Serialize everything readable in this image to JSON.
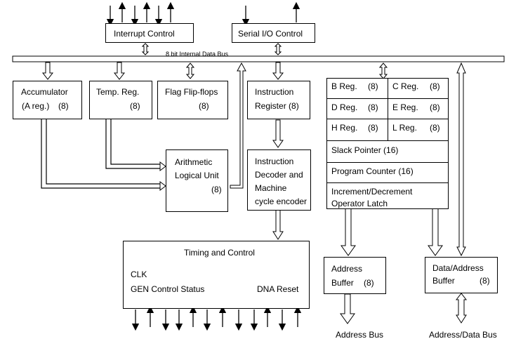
{
  "bus": {
    "label": "8 bit Internal Data Bus"
  },
  "interrupt": {
    "label": "Interrupt Control"
  },
  "serial": {
    "label": "Serial I/O Control"
  },
  "acc": {
    "line1": "Accumulator",
    "line2": "(A reg.)",
    "bits": "(8)"
  },
  "temp": {
    "line1": "Temp. Reg.",
    "bits": "(8)"
  },
  "flag": {
    "line1": "Flag Flip-flops",
    "bits": "(8)"
  },
  "ir": {
    "line1": "Instruction",
    "line2": "Register (8)"
  },
  "alu": {
    "line1": "Arithmetic",
    "line2": "Logical Unit",
    "bits": "(8)"
  },
  "decoder": {
    "line1": "Instruction",
    "line2": "Decoder and",
    "line3": "Machine",
    "line4": "cycle encoder"
  },
  "regs": {
    "b": "B Reg.",
    "b_bits": "(8)",
    "c": "C  Reg.",
    "c_bits": "(8)",
    "d": "D Reg.",
    "d_bits": "(8)",
    "e": "E Reg.",
    "e_bits": "(8)",
    "h": "H Reg.",
    "h_bits": "(8)",
    "l": "L Reg.",
    "l_bits": "(8)",
    "sp": "Slack Pointer (16)",
    "pc": "Program Counter (16)",
    "inc1": "Increment/Decrement",
    "inc2": "Operator Latch"
  },
  "timing": {
    "title": "Timing and Control",
    "clk": "CLK",
    "gen": "GEN Control Status",
    "dna": "DNA Reset"
  },
  "addr_buf": {
    "line1": "Address",
    "line2": "Buffer",
    "bits": "(8)"
  },
  "data_buf": {
    "line1": "Data/Address",
    "line2": "Buffer",
    "bits": "(8)"
  },
  "addr_bus": {
    "label": "Address Bus"
  },
  "data_bus": {
    "label": "Address/Data Bus"
  }
}
